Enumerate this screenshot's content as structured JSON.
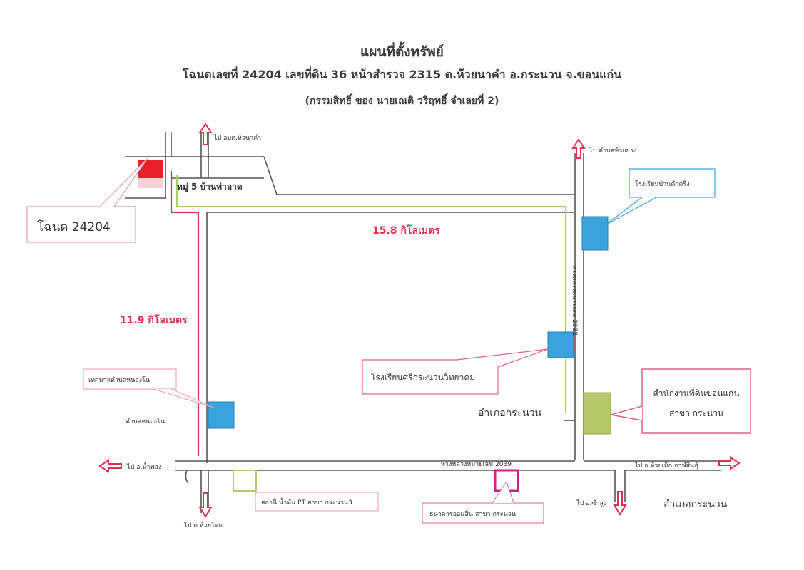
{
  "header": {
    "title": "แผนที่ตั้งทรัพย์",
    "subtitle": "โฉนดเลขที่ 24204 เลขที่ดิน 36 หน้าสำรวจ 2315 ต.ห้วยนาคำ อ.กระนวน จ.ขอนแก่น",
    "owner_line": "(กรรมสิทธิ์ ของ นายเณติ  วริฤทธิ์ จำเลยที่ 2)"
  },
  "directions": {
    "north_left": "ไป อบต.ห้วนาคำ",
    "north_right": "ไป ตำบลห้วยยาง",
    "west": "ไป อ.น้ำพอง",
    "south_left": "ไป ต.ห้วยโจด",
    "south_right": "ไป อ.ซำสูง",
    "east": "ไป อ.ห้วยเม็ก กาฬสินธุ์"
  },
  "labels": {
    "village": "หมู่ 5  บ้านท่าลาด",
    "deed": "โฉนด 24204",
    "dist_horizontal": "15.8 กิโลเมตร",
    "dist_vertical": "11.9 กิโลเมตร",
    "highway_vertical": "ทางหลวงหมายเลข 2322",
    "highway_bottom": "ทางหลวงหมายเลข  2039",
    "district_center": "อำเภอกระนวน",
    "district_bottom_right": "อำเภอกระนวน",
    "subdistrict_left": "ตำบลหนองโน"
  },
  "callouts": {
    "school_top": "โรงเรียนบ้านคำครึ่ง",
    "school_mid": "โรงเรียนศรีกระนวนวิทยาคม",
    "land_office_line1": "สำนักงานที่ดินขอนแก่น",
    "land_office_line2": "สาขา กระนวน",
    "municipality": "เทศบาลตำบลหนองโน",
    "gas_station": "สถานี น้ำมัน PT สาขา กระนวน3",
    "bank": "ธนาคารออมสิน สาขา กระนวน"
  },
  "colors": {
    "road": "#555555",
    "arrow": "#e0304f",
    "red_route": "#e0304f",
    "green_route": "#a8cf6a",
    "blue_marker": "#3aa3dc",
    "olive_marker": "#b5c96a",
    "deed_marker": "#e8202a",
    "bank_marker": "#d0208c"
  }
}
